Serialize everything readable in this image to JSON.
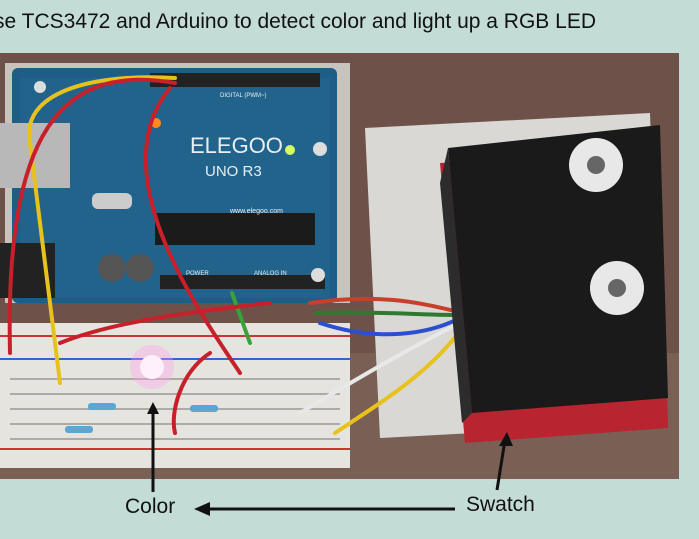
{
  "caption": "se TCS3472 and Arduino  to detect color and light up a RGB LED",
  "photo": {
    "board_brand": "ELEGOO",
    "board_model": "UNO R3",
    "board_url": "www.elegoo.com",
    "pin_labels": [
      "POWER",
      "ANALOG IN",
      "DIGITAL (PWM~)"
    ]
  },
  "labels": {
    "color": "Color",
    "swatch": "Swatch"
  }
}
